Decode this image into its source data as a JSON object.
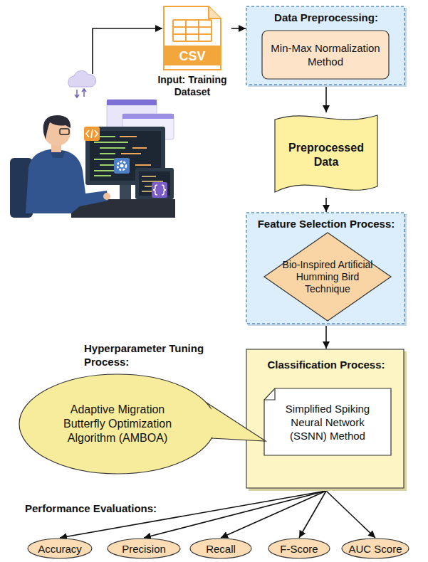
{
  "diagram": {
    "nodes": [
      {
        "text": [
          "CSV",
          "Input: Training Dataset"
        ]
      },
      {
        "text": [
          "Data Preprocessing:"
        ]
      },
      {
        "text": [
          "Min-Max Normalization Method"
        ],
        "in": 1
      },
      {
        "text": [
          "Preprocessed Data"
        ]
      },
      {
        "text": [
          "Feature Selection Process:"
        ]
      },
      {
        "text": [
          "Bio-Inspired Artificial Humming Bird Technique"
        ],
        "in": 4
      },
      {
        "text": [
          "Hyperparameter Tuning Process:",
          "Adaptive Migration Butterfly Optimization Algorithm (AMBOA)"
        ]
      },
      {
        "text": [
          "Classification Process:"
        ]
      },
      {
        "text": [
          "Simplified Spiking Neural Network (SSNN) Method"
        ],
        "in": 7
      },
      {
        "text": [
          "Accuracy"
        ]
      },
      {
        "text": [
          "Precision"
        ]
      },
      {
        "text": [
          "Recall"
        ]
      },
      {
        "text": [
          "F-Score"
        ]
      },
      {
        "text": [
          "AUC Score"
        ]
      }
    ],
    "edges": [
      {
        "from": 0,
        "to": 1,
        "arrow": "to"
      },
      {
        "from": 1,
        "to": 3,
        "arrow": "to"
      },
      {
        "from": 3,
        "to": 4,
        "arrow": "to"
      },
      {
        "from": 4,
        "to": 7,
        "arrow": "to"
      },
      {
        "from": 7,
        "to": 9,
        "arrow": "to"
      },
      {
        "from": 7,
        "to": 10,
        "arrow": "to"
      },
      {
        "from": 7,
        "to": 11,
        "arrow": "to"
      },
      {
        "from": 7,
        "to": 12,
        "arrow": "to"
      },
      {
        "from": 7,
        "to": 13,
        "arrow": "to"
      }
    ],
    "labels": [
      "Performance Evaluations:"
    ]
  }
}
